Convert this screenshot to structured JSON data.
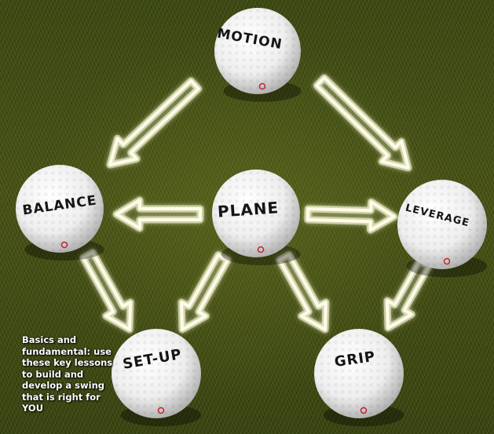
{
  "balls": [
    {
      "id": "motion",
      "label": "MOTION"
    },
    {
      "id": "balance",
      "label": "BALANCE"
    },
    {
      "id": "plane",
      "label": "PLANE"
    },
    {
      "id": "leverage",
      "label": "LEVERAGE"
    },
    {
      "id": "set-up",
      "label": "SET-UP"
    },
    {
      "id": "grip",
      "label": "GRIP"
    }
  ],
  "caption": "Basics and fundamental: use these key lessons to build and develop a swing that is right for YOU"
}
